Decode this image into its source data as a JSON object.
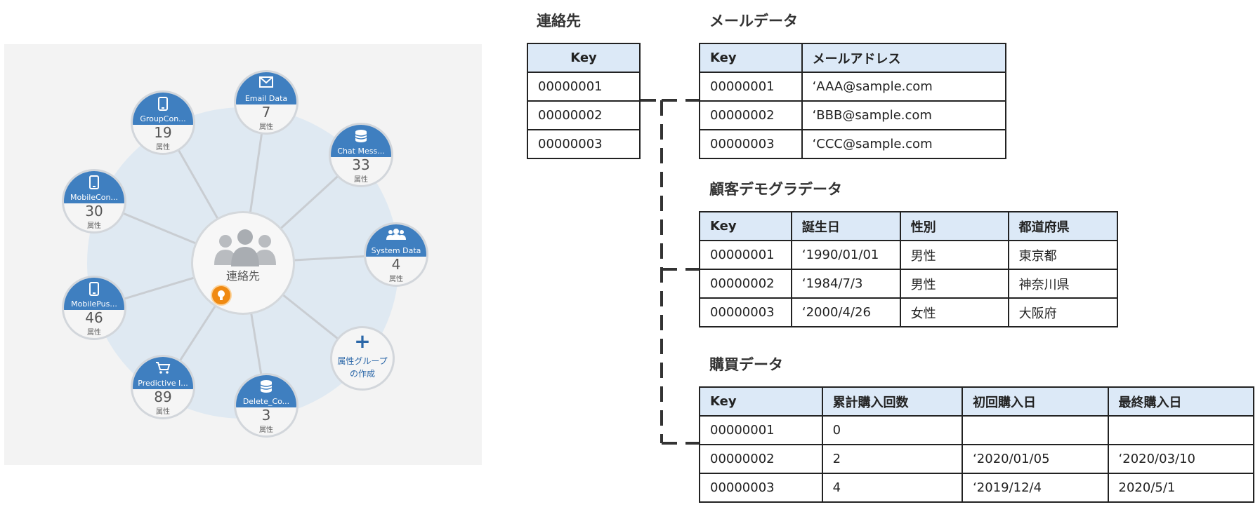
{
  "left": {
    "center": {
      "label": "連絡先",
      "icon": "people-icon",
      "badge_icon": "lightbulb-icon"
    },
    "nodes": [
      {
        "name": "Email Data",
        "count": "7",
        "unit": "属性",
        "icon": "envelope-icon"
      },
      {
        "name": "Chat Mess...",
        "count": "33",
        "unit": "属性",
        "icon": "database-icon"
      },
      {
        "name": "System Data",
        "count": "4",
        "unit": "属性",
        "icon": "users-icon"
      },
      {
        "name": "Delete_Co...",
        "count": "3",
        "unit": "属性",
        "icon": "database-icon"
      },
      {
        "name": "Predictive I...",
        "count": "89",
        "unit": "属性",
        "icon": "cart-icon"
      },
      {
        "name": "MobilePus...",
        "count": "46",
        "unit": "属性",
        "icon": "mobile-icon"
      },
      {
        "name": "MobileCon...",
        "count": "30",
        "unit": "属性",
        "icon": "mobile-icon"
      },
      {
        "name": "GroupCon...",
        "count": "19",
        "unit": "属性",
        "icon": "mobile-icon"
      }
    ],
    "create": {
      "plus": "+",
      "line1": "属性グループ",
      "line2": "の作成"
    }
  },
  "tables": {
    "contacts": {
      "title": "連絡先",
      "headers": [
        "Key"
      ],
      "rows": [
        [
          "00000001"
        ],
        [
          "00000002"
        ],
        [
          "00000003"
        ]
      ]
    },
    "mail": {
      "title": "メールデータ",
      "headers": [
        "Key",
        "メールアドレス"
      ],
      "rows": [
        [
          "00000001",
          "‘AAA@sample.com"
        ],
        [
          "00000002",
          "‘BBB@sample.com"
        ],
        [
          "00000003",
          "‘CCC@sample.com"
        ]
      ]
    },
    "demo": {
      "title": "顧客デモグラデータ",
      "headers": [
        "Key",
        "誕生日",
        "性別",
        "都道府県"
      ],
      "rows": [
        [
          "00000001",
          "‘1990/01/01",
          "男性",
          "東京都"
        ],
        [
          "00000002",
          "‘1984/7/3",
          "男性",
          "神奈川県"
        ],
        [
          "00000003",
          "‘2000/4/26",
          "女性",
          "大阪府"
        ]
      ]
    },
    "purchase": {
      "title": "購買データ",
      "headers": [
        "Key",
        "累計購入回数",
        "初回購入日",
        "最終購入日"
      ],
      "rows": [
        [
          "00000001",
          "0",
          "",
          ""
        ],
        [
          "00000002",
          "2",
          "‘2020/01/05",
          "‘2020/03/10"
        ],
        [
          "00000003",
          "4",
          "‘2019/12/4",
          "2020/5/1"
        ]
      ]
    }
  },
  "colors": {
    "node_header": "#3f7fc0",
    "table_header": "#dce9f7",
    "halo": "#dfe9f2",
    "bulb": "#f08a12",
    "connector": "#333333"
  }
}
